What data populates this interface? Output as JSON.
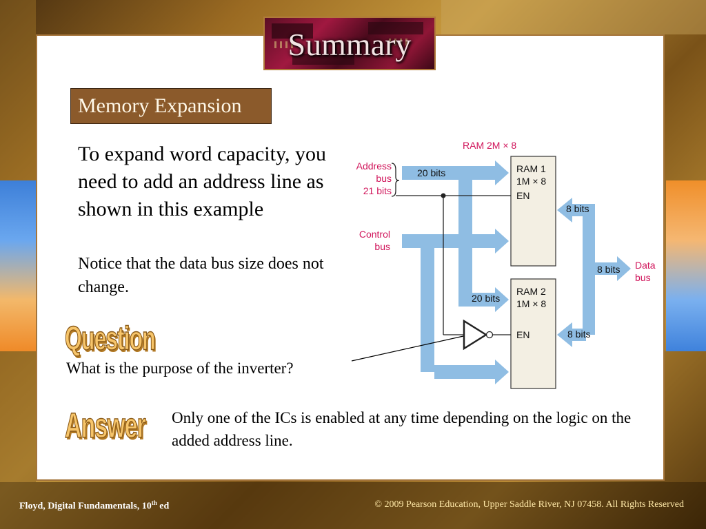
{
  "slide": {
    "title": "Summary",
    "topic": "Memory Expansion",
    "paragraph1": "To expand word capacity, you need to add an address line as shown in this example",
    "paragraph2": "Notice that the data bus size does not change.",
    "question_word": "Question",
    "question": "What is the purpose of the inverter?",
    "answer_word": "Answer",
    "answer": "Only one of the ICs is enabled at any time depending on the logic on the added address line."
  },
  "footer": {
    "book": "Floyd, Digital Fundamentals, 10",
    "edition_sup": "th",
    "edition_suffix": " ed",
    "copyright": "© 2009 Pearson Education, Upper Saddle River, NJ 07458. All Rights Reserved"
  },
  "diagram": {
    "ram_label": "RAM 2M × 8",
    "address_bus": [
      "Address",
      "bus",
      "21 bits"
    ],
    "control_bus": [
      "Control",
      "bus"
    ],
    "data_bus": [
      "Data",
      "bus"
    ],
    "ram1": [
      "RAM 1",
      "1M × 8",
      "EN"
    ],
    "ram2": [
      "RAM 2",
      "1M × 8",
      "EN"
    ],
    "addr_bits_1": "20 bits",
    "addr_bits_2": "20 bits",
    "data_bits_1": "8 bits",
    "data_bits_2": "8 bits",
    "data_bits_out": "8 bits",
    "colors": {
      "bus": "#8fbde3",
      "label": "#d0145a",
      "chip": "#f3efe3"
    }
  }
}
